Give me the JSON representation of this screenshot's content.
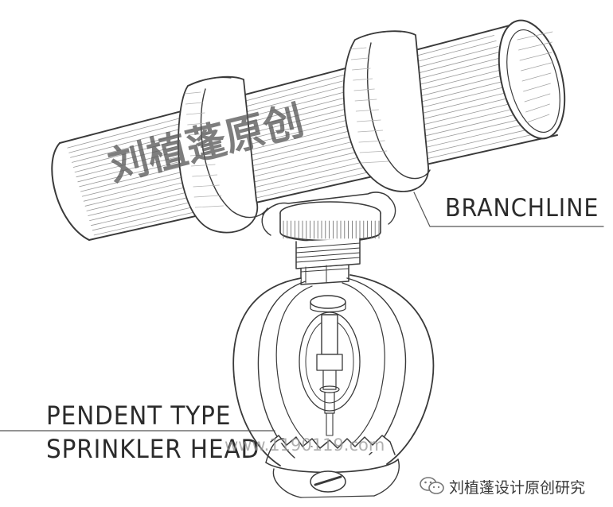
{
  "labels": {
    "branchline": "BRANCHLINE",
    "pendent_line1": "PENDENT TYPE",
    "pendent_line2": "SPRINKLER HEAD"
  },
  "watermark": {
    "main": "刘植蓬原创",
    "url": "www.1190119.com"
  },
  "footer": {
    "text": "刘植蓬设计原创研究",
    "icon": "wechat-icon"
  }
}
